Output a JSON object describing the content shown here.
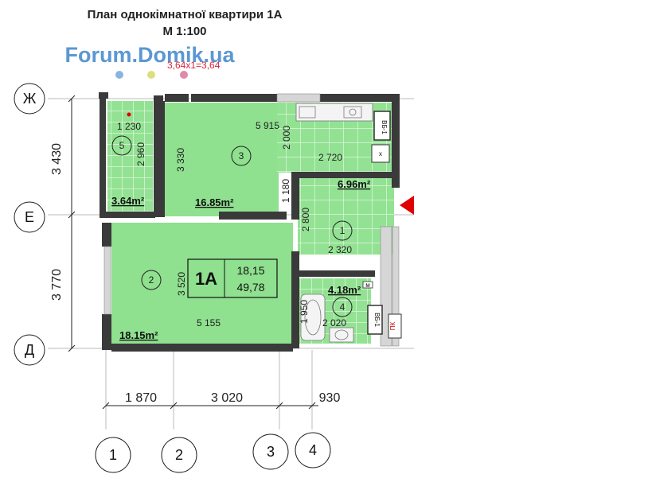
{
  "header": {
    "title": "План однокімнатної квартири 1А",
    "scale": "М 1:100",
    "watermark": "Forum.Domik.ua",
    "note": "3,64х1=3,64"
  },
  "colors": {
    "fill": "#8fe08f",
    "fill_light": "#a6e8a6",
    "grid": "#ffffff",
    "wall": "#3a3a3a",
    "marker": "#e00000",
    "watermark": "#5b97d3"
  },
  "apartment": {
    "label": "1А",
    "living": "18,15",
    "total": "49,78"
  },
  "rooms": [
    {
      "num": "1",
      "area": "6.96m²",
      "w": "2 320",
      "h": "2 800"
    },
    {
      "num": "2",
      "area": "18.15m²",
      "w": "5 155",
      "h": "3 520"
    },
    {
      "num": "3",
      "area": "16.85m²",
      "w": "5 915",
      "h": "3 330"
    },
    {
      "num": "4",
      "area": "4.18m²",
      "w": "2 020",
      "h": "1 950"
    },
    {
      "num": "5",
      "area": "3.64m²",
      "w": "1 230",
      "h": "2 960"
    }
  ],
  "extra_dims": [
    "2 000",
    "2 720",
    "1 180"
  ],
  "row_axes": [
    "Ж",
    "Е",
    "Д"
  ],
  "row_dims": [
    "3 430",
    "3 770"
  ],
  "col_axes": [
    "1",
    "2",
    "3",
    "4"
  ],
  "col_dims": [
    "1 870",
    "3 020",
    "930"
  ],
  "fixtures": {
    "vent_1": "ВБ-1",
    "vent_2": "ВБ-1",
    "pk": "ПК",
    "x": "x",
    "small": "м"
  }
}
